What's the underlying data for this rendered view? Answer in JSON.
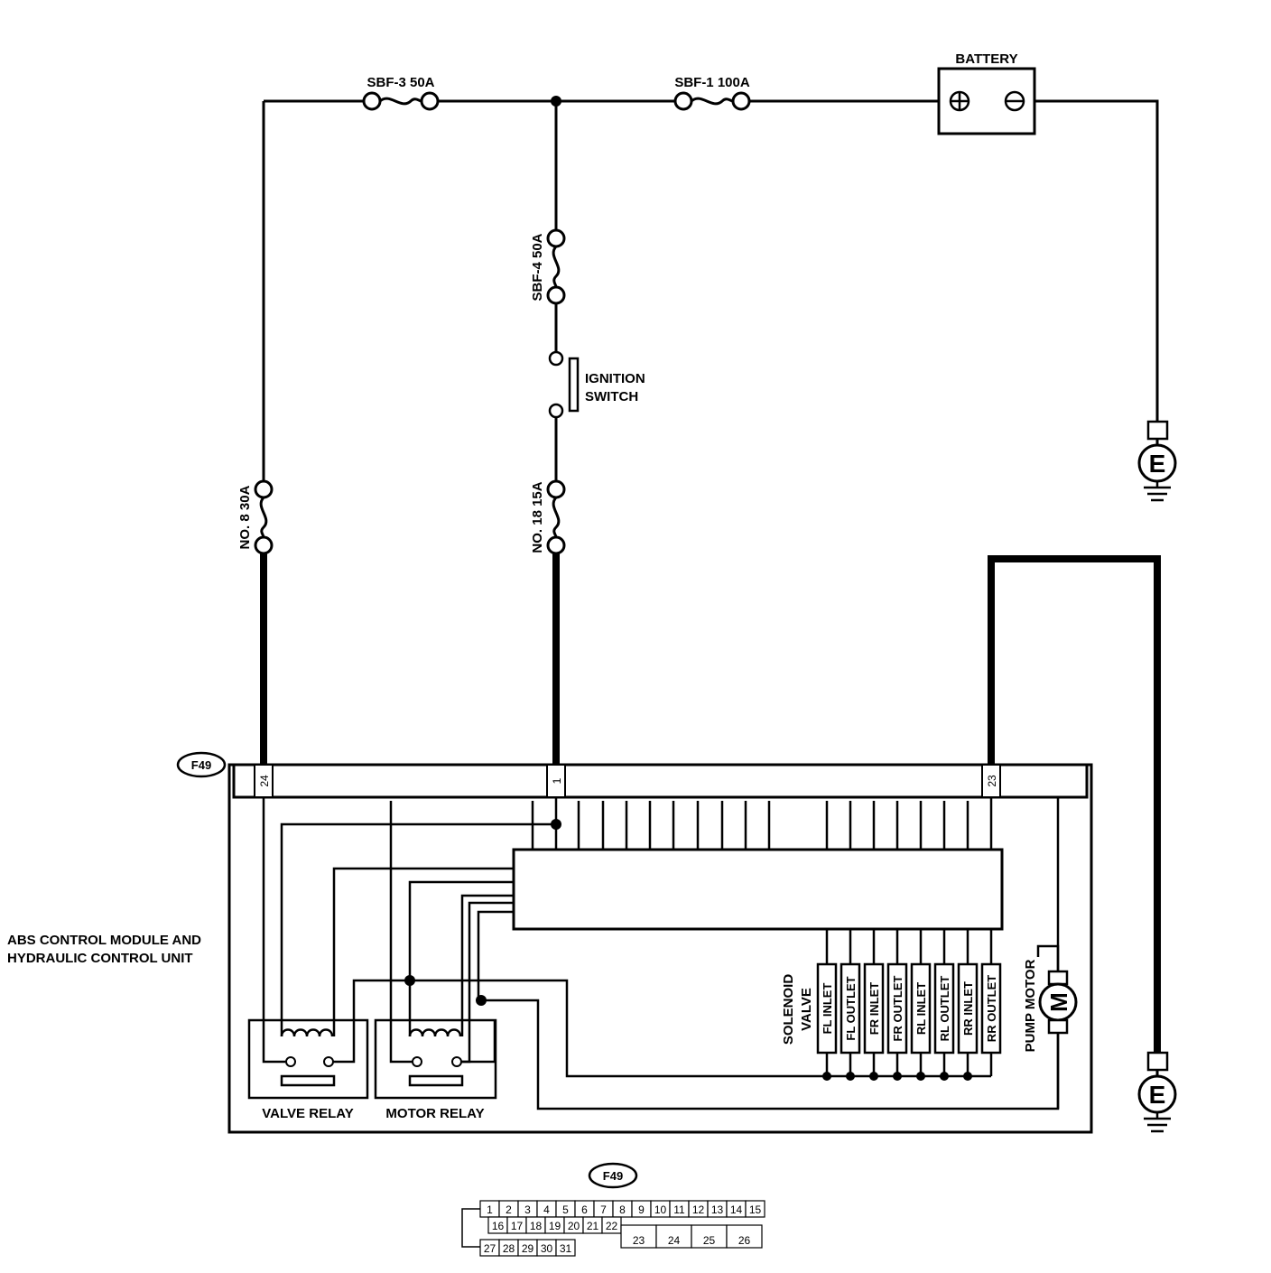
{
  "battery": {
    "label": "BATTERY",
    "pos_terminal": "⊕",
    "neg_terminal": "⊖"
  },
  "fuses": {
    "sbf3": "SBF-3 50A",
    "sbf1": "SBF-1 100A",
    "sbf4": "SBF-4 50A",
    "no8": "NO. 8 30A",
    "no18": "NO. 18 15A"
  },
  "ignition_switch": {
    "line1": "IGNITION",
    "line2": "SWITCH"
  },
  "ground_symbol": "E",
  "motor_symbol": "M",
  "module": {
    "label_line1": "ABS CONTROL MODULE AND",
    "label_line2": "HYDRAULIC CONTROL UNIT",
    "connector_id": "F49",
    "pin_24": "24",
    "pin_1": "1",
    "pin_23": "23"
  },
  "relays": {
    "valve": "VALVE RELAY",
    "motor": "MOTOR RELAY"
  },
  "solenoid": {
    "label_line1": "SOLENOID",
    "label_line2": "VALVE",
    "valves": [
      "FL INLET",
      "FL OUTLET",
      "FR INLET",
      "FR OUTLET",
      "RL INLET",
      "RL OUTLET",
      "RR INLET",
      "RR OUTLET"
    ]
  },
  "pump_motor": "PUMP MOTOR",
  "connector_face": {
    "id": "F49",
    "row1": [
      "1",
      "2",
      "3",
      "4",
      "5",
      "6",
      "7",
      "8",
      "9",
      "10",
      "11",
      "12",
      "13",
      "14",
      "15"
    ],
    "row2": [
      "16",
      "17",
      "18",
      "19",
      "20",
      "21",
      "22"
    ],
    "row3": [
      "27",
      "28",
      "29",
      "30",
      "31"
    ],
    "large": [
      "23",
      "24",
      "25",
      "26"
    ]
  }
}
